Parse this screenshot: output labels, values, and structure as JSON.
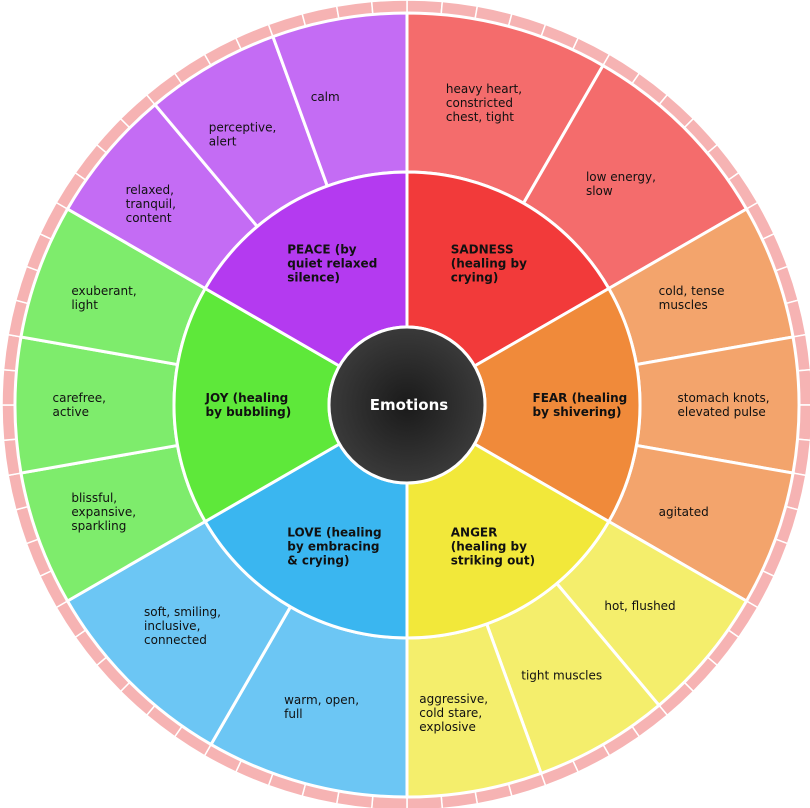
{
  "center": {
    "label": "Emotions",
    "color": "#2b2b2b"
  },
  "rim_color": "#f6b3b3",
  "categories": [
    {
      "key": "sadness",
      "label": "SADNESS (healing by crying)",
      "label_lines": [
        "SADNESS",
        "(healing by",
        "crying)"
      ],
      "color": "#f23a3a",
      "outer_color": "#f46c6c",
      "children": [
        {
          "label_lines": [
            "heavy heart,",
            "constricted",
            "chest, tight"
          ]
        },
        {
          "label_lines": [
            "low energy,",
            "slow"
          ]
        }
      ]
    },
    {
      "key": "fear",
      "label": "FEAR (healing by shivering)",
      "label_lines": [
        "FEAR (healing",
        "by shivering)"
      ],
      "color": "#f08a3a",
      "outer_color": "#f3a46c",
      "children": [
        {
          "label_lines": [
            "cold, tense",
            "muscles"
          ]
        },
        {
          "label_lines": [
            "stomach knots,",
            "elevated pulse"
          ]
        },
        {
          "label_lines": [
            "agitated"
          ]
        }
      ]
    },
    {
      "key": "anger",
      "label": "ANGER (healing by striking out)",
      "label_lines": [
        "ANGER",
        "(healing by",
        "striking out)"
      ],
      "color": "#f2e83a",
      "outer_color": "#f4ee6c",
      "children": [
        {
          "label_lines": [
            "hot, flushed"
          ]
        },
        {
          "label_lines": [
            "tight muscles"
          ]
        },
        {
          "label_lines": [
            "aggressive,",
            "cold stare,",
            "explosive"
          ]
        }
      ]
    },
    {
      "key": "love",
      "label": "LOVE (healing by embracing & crying)",
      "label_lines": [
        "LOVE (healing",
        "by embracing",
        "& crying)"
      ],
      "color": "#3ab6f0",
      "outer_color": "#6cc6f4",
      "children": [
        {
          "label_lines": [
            "warm, open,",
            "full"
          ]
        },
        {
          "label_lines": [
            "soft, smiling,",
            "inclusive,",
            "connected"
          ]
        }
      ]
    },
    {
      "key": "joy",
      "label": "JOY (healing by bubbling)",
      "label_lines": [
        "JOY (healing",
        "by bubbling)"
      ],
      "color": "#5ee83a",
      "outer_color": "#7eec6c",
      "children": [
        {
          "label_lines": [
            "blissful,",
            "expansive,",
            "sparkling"
          ]
        },
        {
          "label_lines": [
            "carefree,",
            "active"
          ]
        },
        {
          "label_lines": [
            "exuberant,",
            "light"
          ]
        }
      ]
    },
    {
      "key": "peace",
      "label": "PEACE (by quiet relaxed silence)",
      "label_lines": [
        "PEACE (by",
        "quiet relaxed",
        "silence)"
      ],
      "color": "#b43af0",
      "outer_color": "#c46cf4",
      "children": [
        {
          "label_lines": [
            "relaxed,",
            "tranquil,",
            "content"
          ]
        },
        {
          "label_lines": [
            "perceptive,",
            "alert"
          ]
        },
        {
          "label_lines": [
            "calm"
          ]
        }
      ]
    }
  ]
}
